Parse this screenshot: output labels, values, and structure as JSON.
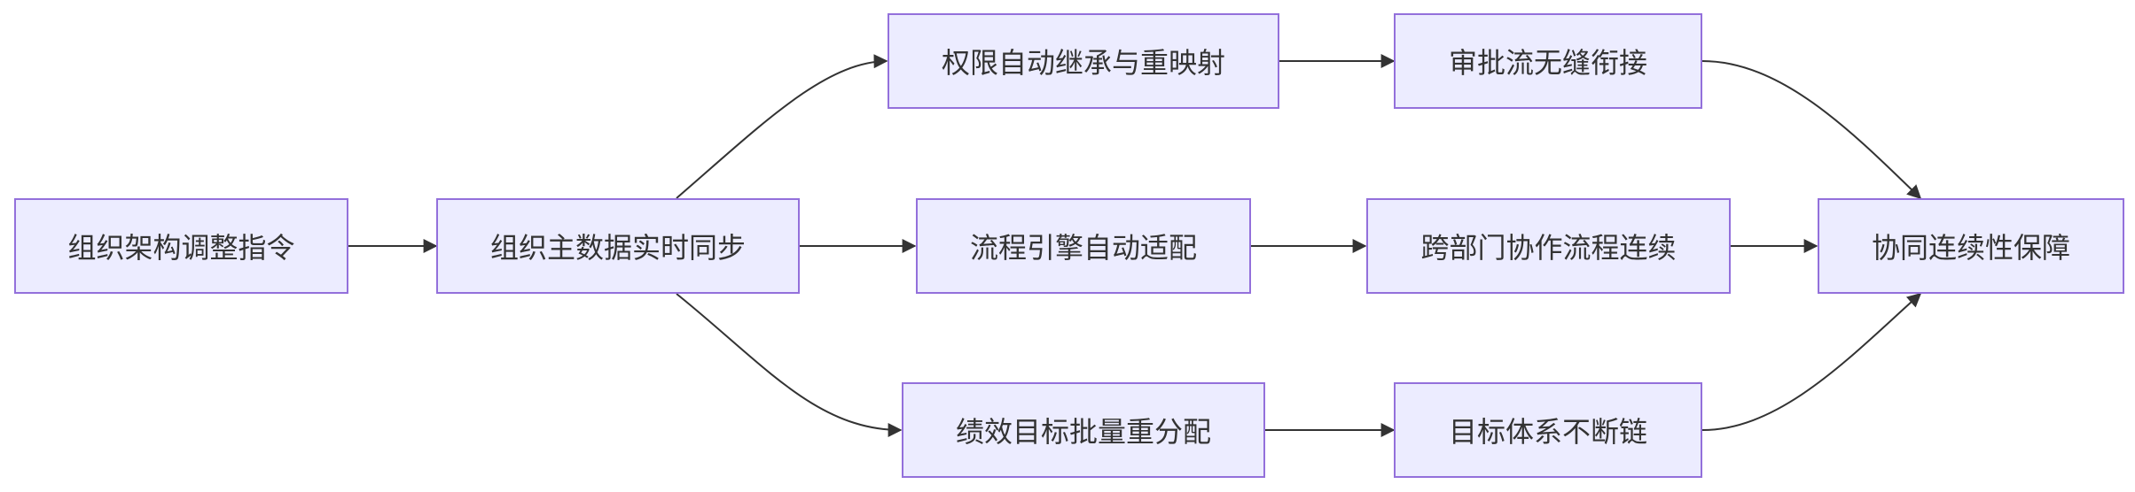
{
  "nodes": {
    "n1": "组织架构调整指令",
    "n2": "组织主数据实时同步",
    "n3": "权限自动继承与重映射",
    "n4": "审批流无缝衔接",
    "n5": "流程引擎自动适配",
    "n6": "跨部门协作流程连续",
    "n7": "绩效目标批量重分配",
    "n8": "目标体系不断链",
    "n9": "协同连续性保障"
  },
  "edges": [
    {
      "from": "n1",
      "to": "n2"
    },
    {
      "from": "n2",
      "to": "n3"
    },
    {
      "from": "n2",
      "to": "n5"
    },
    {
      "from": "n2",
      "to": "n7"
    },
    {
      "from": "n3",
      "to": "n4"
    },
    {
      "from": "n5",
      "to": "n6"
    },
    {
      "from": "n7",
      "to": "n8"
    },
    {
      "from": "n4",
      "to": "n9"
    },
    {
      "from": "n6",
      "to": "n9"
    },
    {
      "from": "n8",
      "to": "n9"
    }
  ],
  "colors": {
    "node_fill": "#ececff",
    "node_border": "#9370db",
    "edge": "#333333",
    "text": "#333333"
  }
}
